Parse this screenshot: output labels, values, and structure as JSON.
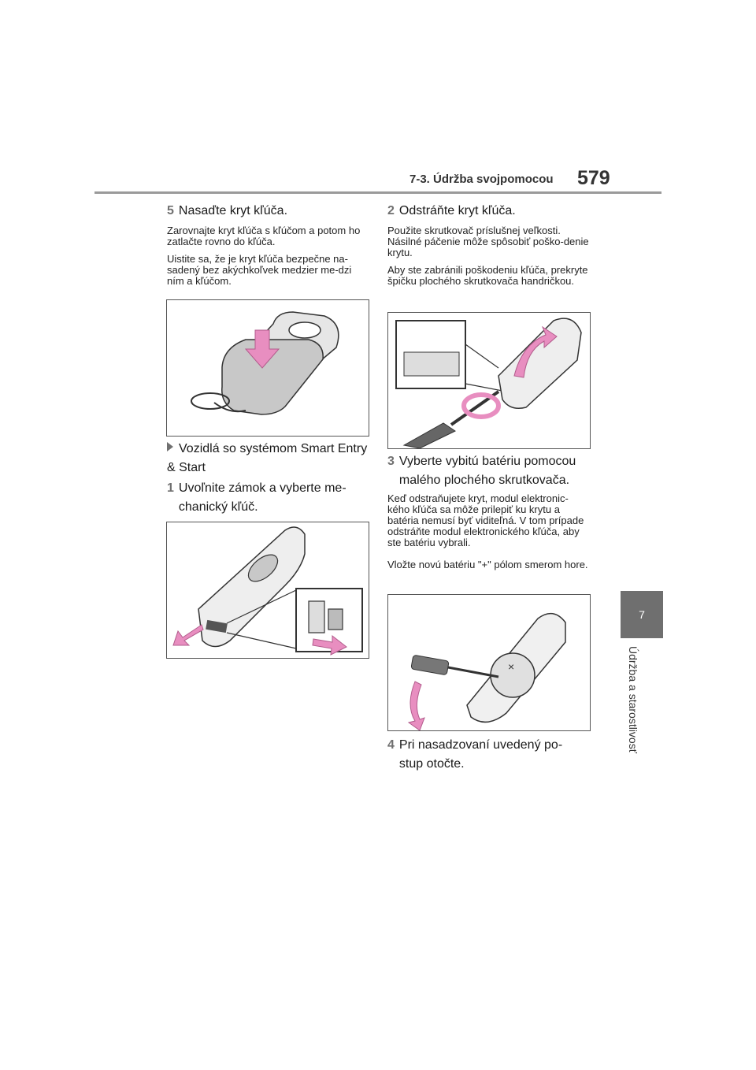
{
  "header": {
    "section": "7-3. Údržba svojpomocou",
    "page_number": "579"
  },
  "side": {
    "chapter_number": "7",
    "chapter_label": "Údržba a starostlivosť"
  },
  "left": {
    "step5": {
      "num": "5",
      "text": "Nasaďte kryt kľúča."
    },
    "step5_note1": "Zarovnajte kryt kľúča s kľúčom a potom ho zatlačte rovno do kľúča.",
    "step5_note2": "Uistite sa, že je kryt kľúča bezpečne na-sadený bez akýchkoľvek medzier me-dzi ním a kľúčom.",
    "bullet": "Vozidlá so systémom Smart Entry & Start",
    "step1": {
      "num": "1",
      "text": "Uvoľnite zámok a vyberte me-chanický kľúč."
    }
  },
  "right": {
    "step2": {
      "num": "2",
      "text": "Odstráňte kryt kľúča."
    },
    "step2_note1": "Použite skrutkovač príslušnej veľkosti. Násilné páčenie môže spôsobiť poško-denie krytu.",
    "step2_note2": "Aby ste zabránili poškodeniu kľúča, prekryte špičku plochého skrutkovača handričkou.",
    "step3": {
      "num": "3",
      "text": "Vyberte vybitú batériu pomocou malého plochého skrutkovača."
    },
    "step3_note1": "Keď odstraňujete kryt, modul elektronic-kého kľúča sa môže prilepiť ku krytu a batéria nemusí byť viditeľná. V tom prípade odstráňte modul elektronického kľúča, aby ste batériu vybrali.",
    "step3_note2": "Vložte novú batériu \"+\" pólom smerom hore.",
    "step4": {
      "num": "4",
      "text": "Pri nasadzovaní uvedený po-stup otočte."
    }
  },
  "colors": {
    "arrow_pink": "#e88ec0",
    "key_gray": "#c8c8c8",
    "tab_gray": "#6f6f6f"
  }
}
